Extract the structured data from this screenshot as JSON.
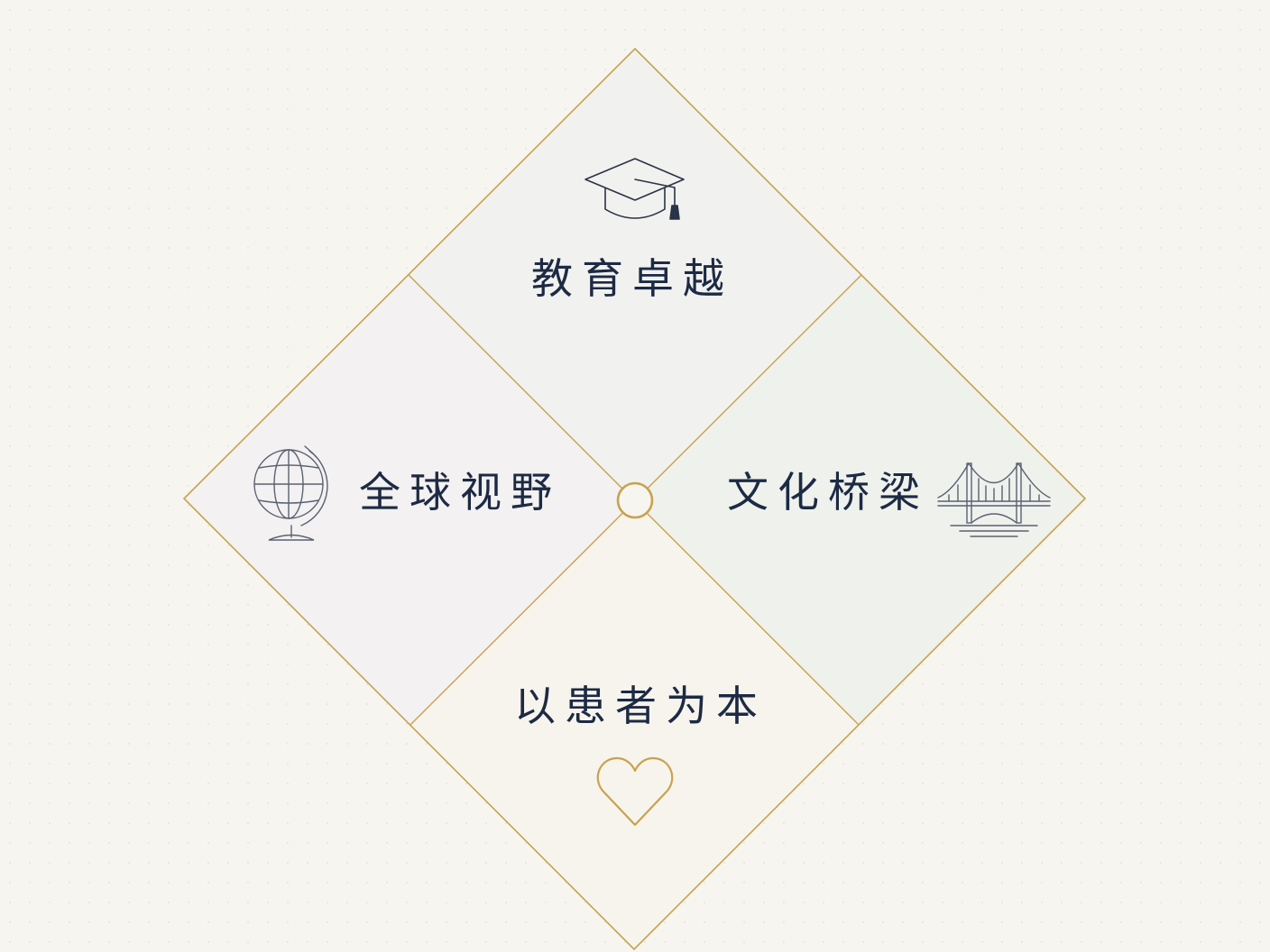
{
  "quadrants": {
    "top": {
      "label": "教育卓越",
      "icon": "graduation-cap-icon",
      "fill": "#f1f1ef"
    },
    "left": {
      "label": "全球视野",
      "icon": "globe-icon",
      "fill": "#f3f1f1"
    },
    "right": {
      "label": "文化桥梁",
      "icon": "bridge-icon",
      "fill": "#eff1ec"
    },
    "bottom": {
      "label": "以患者为本",
      "icon": "heart-icon",
      "fill": "#f7f4ed"
    }
  },
  "colors": {
    "gold": "#c8a24e",
    "navy": "#1d2a44",
    "icon_gray": "#5b6172",
    "background": "#f6f5f0"
  }
}
